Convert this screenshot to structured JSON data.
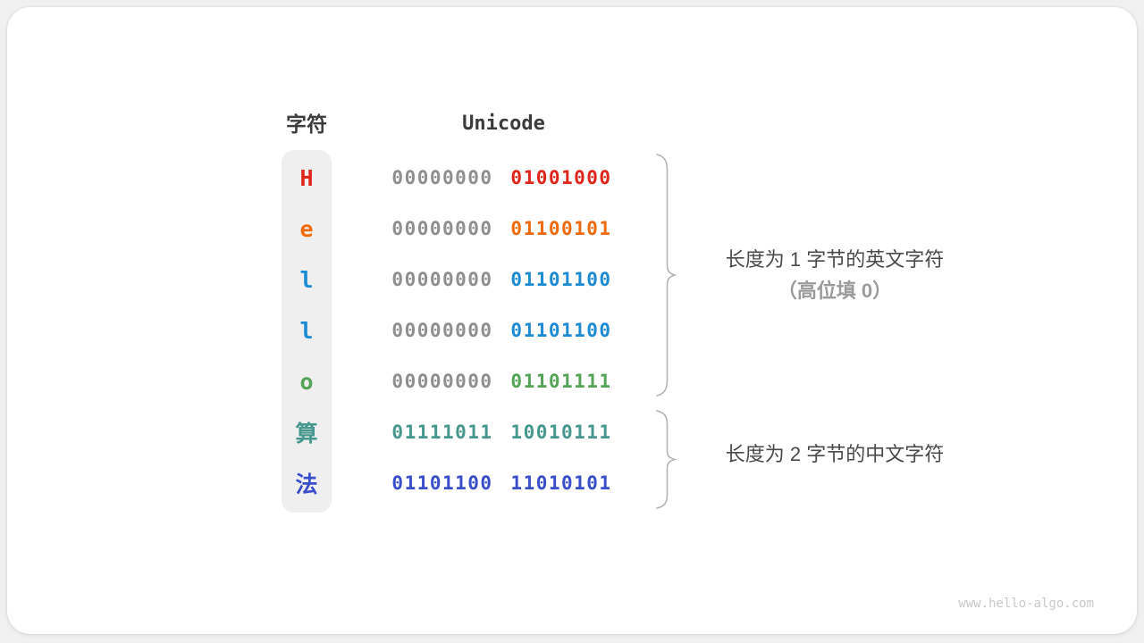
{
  "figure": {
    "header": {
      "char": "字符",
      "unicode": "Unicode"
    },
    "rows": [
      {
        "char": "H",
        "byte1": "00000000",
        "byte2": "01001000",
        "char_color": "#e0261c",
        "byte1_color": "#8f8f8f",
        "byte2_color": "#e0261c"
      },
      {
        "char": "e",
        "byte1": "00000000",
        "byte2": "01100101",
        "char_color": "#ee6a0c",
        "byte1_color": "#8f8f8f",
        "byte2_color": "#ee6a0c"
      },
      {
        "char": "l",
        "byte1": "00000000",
        "byte2": "01101100",
        "char_color": "#1c8bd4",
        "byte1_color": "#8f8f8f",
        "byte2_color": "#1c8bd4"
      },
      {
        "char": "l",
        "byte1": "00000000",
        "byte2": "01101100",
        "char_color": "#1c8bd4",
        "byte1_color": "#8f8f8f",
        "byte2_color": "#1c8bd4"
      },
      {
        "char": "o",
        "byte1": "00000000",
        "byte2": "01101111",
        "char_color": "#55a357",
        "byte1_color": "#8f8f8f",
        "byte2_color": "#55a357"
      },
      {
        "char": "算",
        "byte1": "01111011",
        "byte2": "10010111",
        "char_color": "#46988e",
        "byte1_color": "#46988e",
        "byte2_color": "#46988e"
      },
      {
        "char": "法",
        "byte1": "01101100",
        "byte2": "11010101",
        "char_color": "#3b4ec9",
        "byte1_color": "#3b4ec9",
        "byte2_color": "#3b4ec9"
      }
    ],
    "annotations": [
      {
        "line1": "长度为 1 字节的英文字符",
        "line2": "（高位填 0）"
      },
      {
        "line1": "长度为 2 字节的中文字符"
      }
    ],
    "watermark": "www.hello-algo.com",
    "colors": {
      "header_text": "#3c3c3c",
      "annotation_text": "#4a4a4a",
      "annotation_secondary": "#9b9b9b",
      "binary_padding_gray": "#8f8f8f",
      "brace": "#b4b4b4",
      "strip_background": "#efefef",
      "card_background": "#ffffff",
      "page_background": "#f0f0f0",
      "watermark": "#c8c8c8"
    }
  }
}
